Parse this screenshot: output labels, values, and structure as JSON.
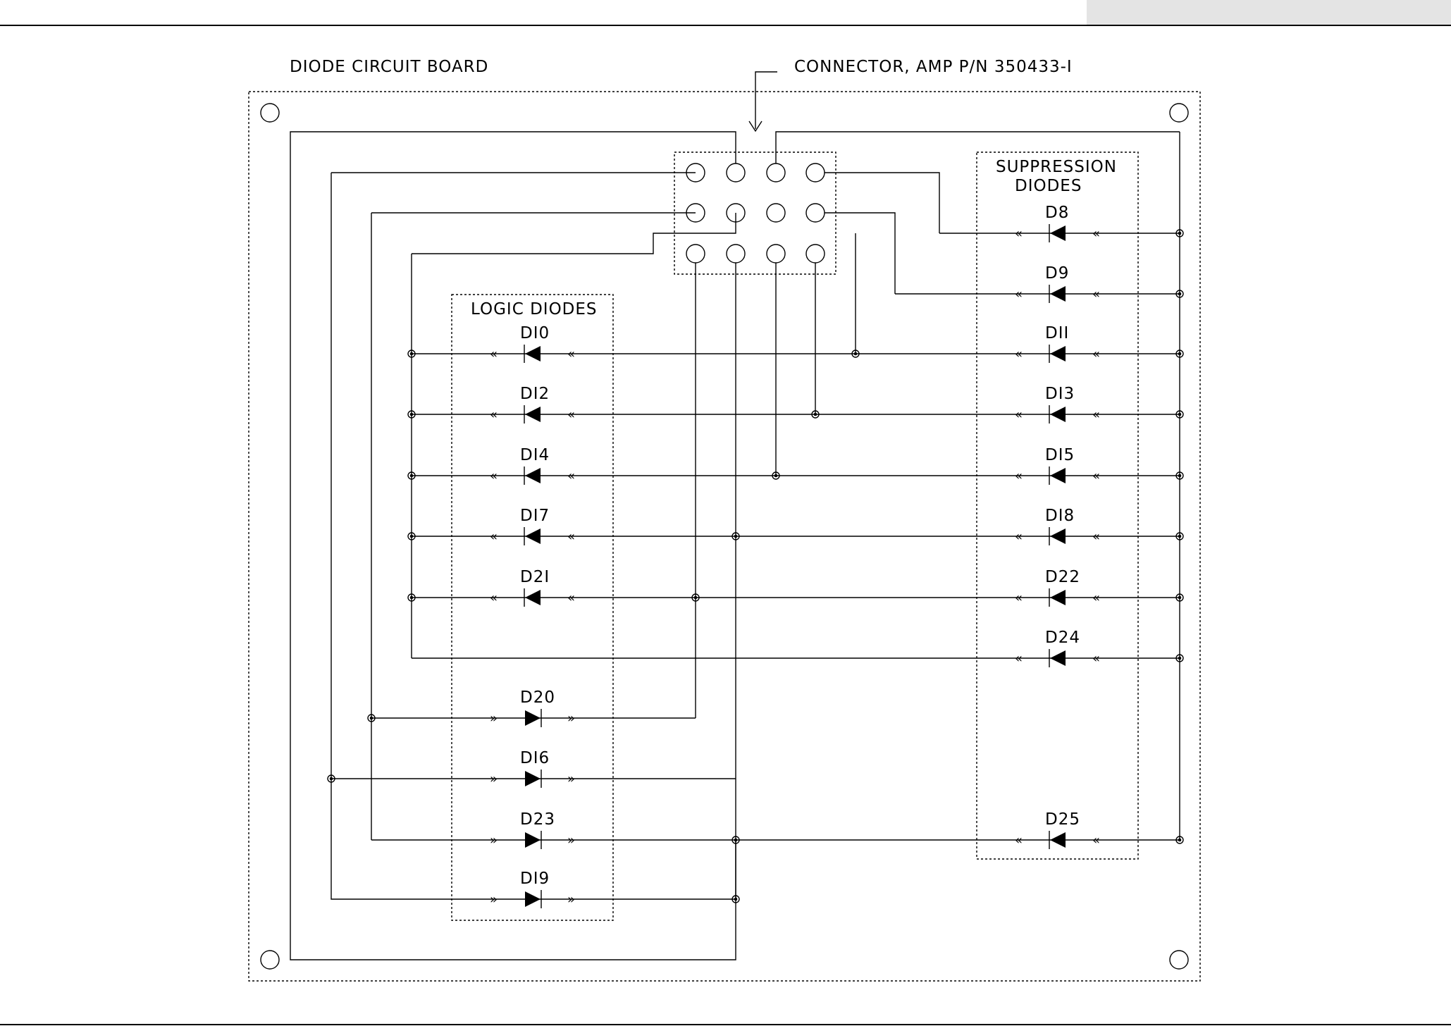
{
  "board_title": "DIODE CIRCUIT BOARD",
  "connector_label": "CONNECTOR, AMP P/N 350433-I",
  "logic_group": {
    "title": "LOGIC DIODES",
    "diodes": [
      "DI0",
      "DI2",
      "DI4",
      "DI7",
      "D2I",
      "D20",
      "DI6",
      "D23",
      "DI9"
    ]
  },
  "suppression_group": {
    "title_line1": "SUPPRESSION",
    "title_line2": "DIODES",
    "diodes": [
      "D8",
      "D9",
      "DII",
      "DI3",
      "DI5",
      "DI8",
      "D22",
      "D24",
      "D25"
    ]
  },
  "arrow_glyph_left": "«",
  "arrow_glyph_right": "»"
}
